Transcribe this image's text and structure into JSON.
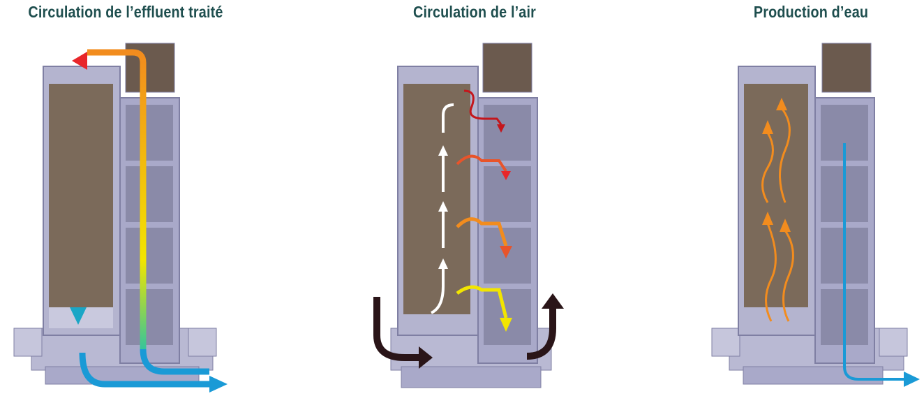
{
  "panels": [
    {
      "title": "Circulation de l’effluent traité"
    },
    {
      "title": "Circulation de l’air"
    },
    {
      "title": "Production d’eau"
    }
  ],
  "colors": {
    "title": "#1e4e4e",
    "frame": "#a9a9c9",
    "frame_dark": "#7f7fa3",
    "fill_media": "#7b6a5a",
    "hot": "#e8262a",
    "warm": "#f28c1e",
    "yellow": "#f2e500",
    "cool": "#1a9ad6",
    "dark": "#2a1518",
    "white": "#ffffff"
  },
  "icons": {
    "flow_arrow": "arrow-icon",
    "wave": "wavy-arrow-icon"
  }
}
